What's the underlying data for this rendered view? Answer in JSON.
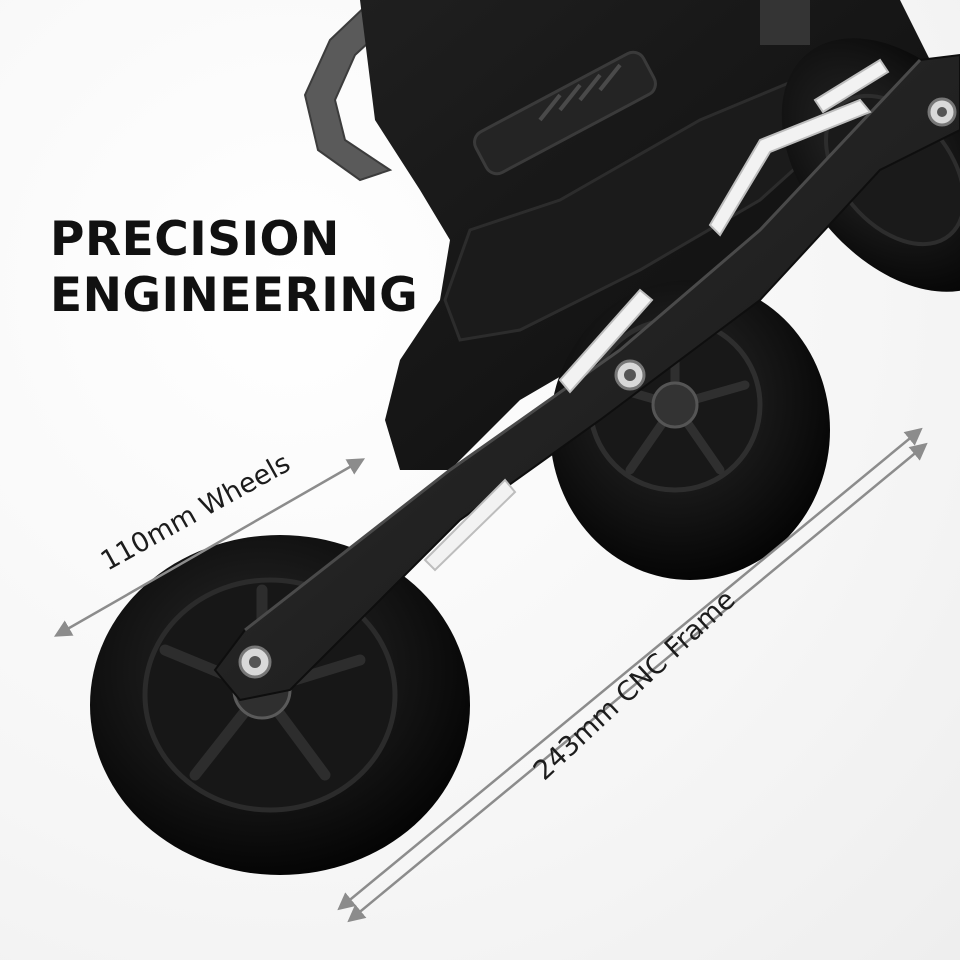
{
  "headline": {
    "line1": "PRECISION",
    "line2": "ENGINEERING"
  },
  "callouts": {
    "wheels": "110mm Wheels",
    "frame": "243mm CNC Frame"
  },
  "colors": {
    "background": "#f7f7f7",
    "headline_text": "#111111",
    "dimension_arrow": "#8c8c8c",
    "skate_body": "#151515",
    "frame_metal": "#2a2a2a",
    "frame_highlight": "#bdbdbd"
  },
  "product": {
    "name": "inline-skate",
    "wheel_count": 3
  }
}
